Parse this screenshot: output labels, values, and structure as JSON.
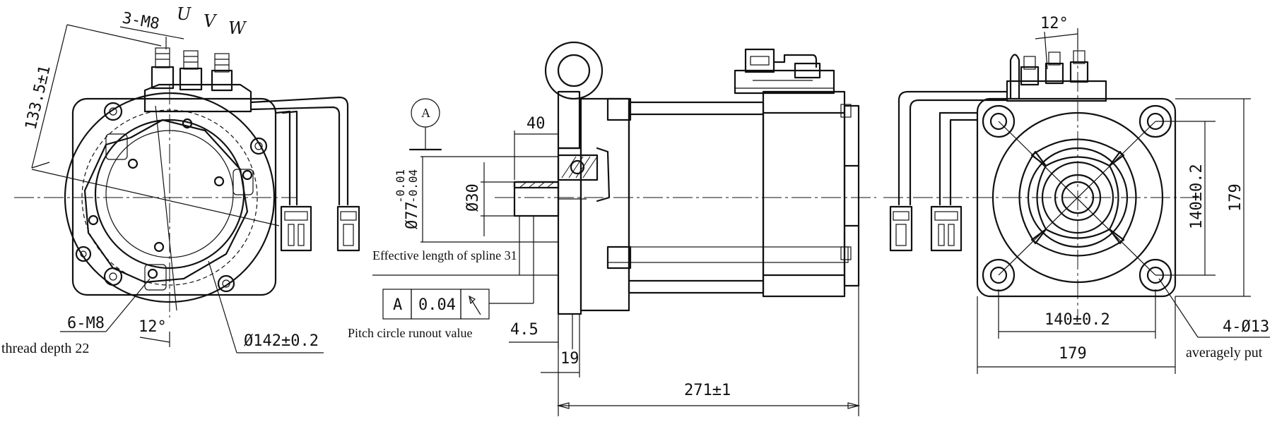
{
  "left_view": {
    "dim_terminal_threads": "3-M8",
    "phase_u": "U",
    "phase_v": "V",
    "phase_w": "W",
    "dim_terminal_height": "133.5±1",
    "dim_flange_threads": "6-M8",
    "note_thread_depth": "thread depth 22",
    "dim_angle": "12°",
    "dim_pitch_circle": "Ø142±0.2"
  },
  "middle_view": {
    "datum_label": "A",
    "dim_shaft_length": "40",
    "dim_spigot_dia": "Ø77",
    "dim_spigot_tol_upper": "-0.01",
    "dim_spigot_tol_lower": "-0.04",
    "dim_shaft_dia": "Ø30",
    "note_spline": "Effective length of spline 31",
    "fcf_datum": "A",
    "fcf_value": "0.04",
    "note_runout": "Pitch circle runout value",
    "dim_flange_thickness": "4.5",
    "dim_hub": "19",
    "dim_total_length": "271±1"
  },
  "right_view": {
    "dim_angle": "12°",
    "dim_bolt_spacing_v": "140±0.2",
    "dim_height": "179",
    "dim_bolt_spacing_h": "140±0.2",
    "dim_width": "179",
    "dim_mount_holes": "4-Ø13",
    "note_holes": "averagely put"
  }
}
